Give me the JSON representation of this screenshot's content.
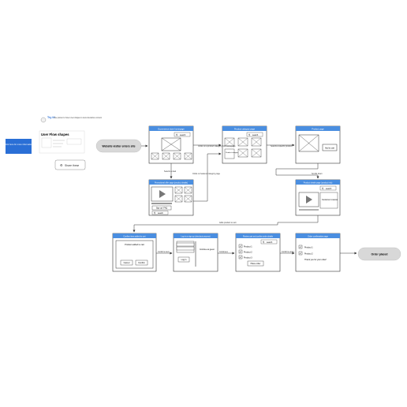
{
  "legend": {
    "note": "Click here for more information",
    "badge": "Try it!",
    "badge_text": "Use pointer to hover over shapes to view interactive content",
    "title": "User Flow shapes",
    "share_label": "Share these"
  },
  "start_node": "Website visitor enters site",
  "end_node": "Order placed",
  "screens": {
    "homepage": {
      "title": "Ecommerce store homepage",
      "search": "search"
    },
    "category": {
      "title": "Product category page",
      "search": "search",
      "product_label": "Product category"
    },
    "product": {
      "title": "Product page",
      "add_to_cart": "Add to cart"
    },
    "promo": {
      "title": "Promotional offer page (product details)",
      "signup": "Sign up / FAQ",
      "search": "search"
    },
    "details": {
      "title": "Product details page (product info)",
      "search": "search",
      "text": "Customer reviews"
    },
    "cart": {
      "title": "Confirm item added to cart",
      "text": "Product added to cart",
      "cancel": "Cancel",
      "confirm": "Confirm"
    },
    "login": {
      "title": "Log in or sign up (checkout process)",
      "side": "Continue as guest",
      "button": "Log in"
    },
    "review": {
      "title": "Review cart and confirm order details",
      "search": "search",
      "items": [
        "Product 1",
        "Product 2",
        "Product 3"
      ],
      "button": "Place order"
    },
    "confirm": {
      "title": "Order confirmation page",
      "items": [
        "Product 1",
        "Product 2"
      ],
      "text": "Thank you for your order!"
    }
  },
  "edges": {
    "home_to_category": "Clicks on a product category from homepage",
    "category_to_product": "Selects a specific product",
    "home_to_promo": "Selects a deal",
    "promo_to_category": "Clicks on featured category page",
    "product_to_details": "Scrolls down",
    "details_to_cart": "Adds product to cart",
    "cart_to_login": "Confirms item",
    "login_to_review": "Continues",
    "review_to_confirm": "Confirms order"
  }
}
